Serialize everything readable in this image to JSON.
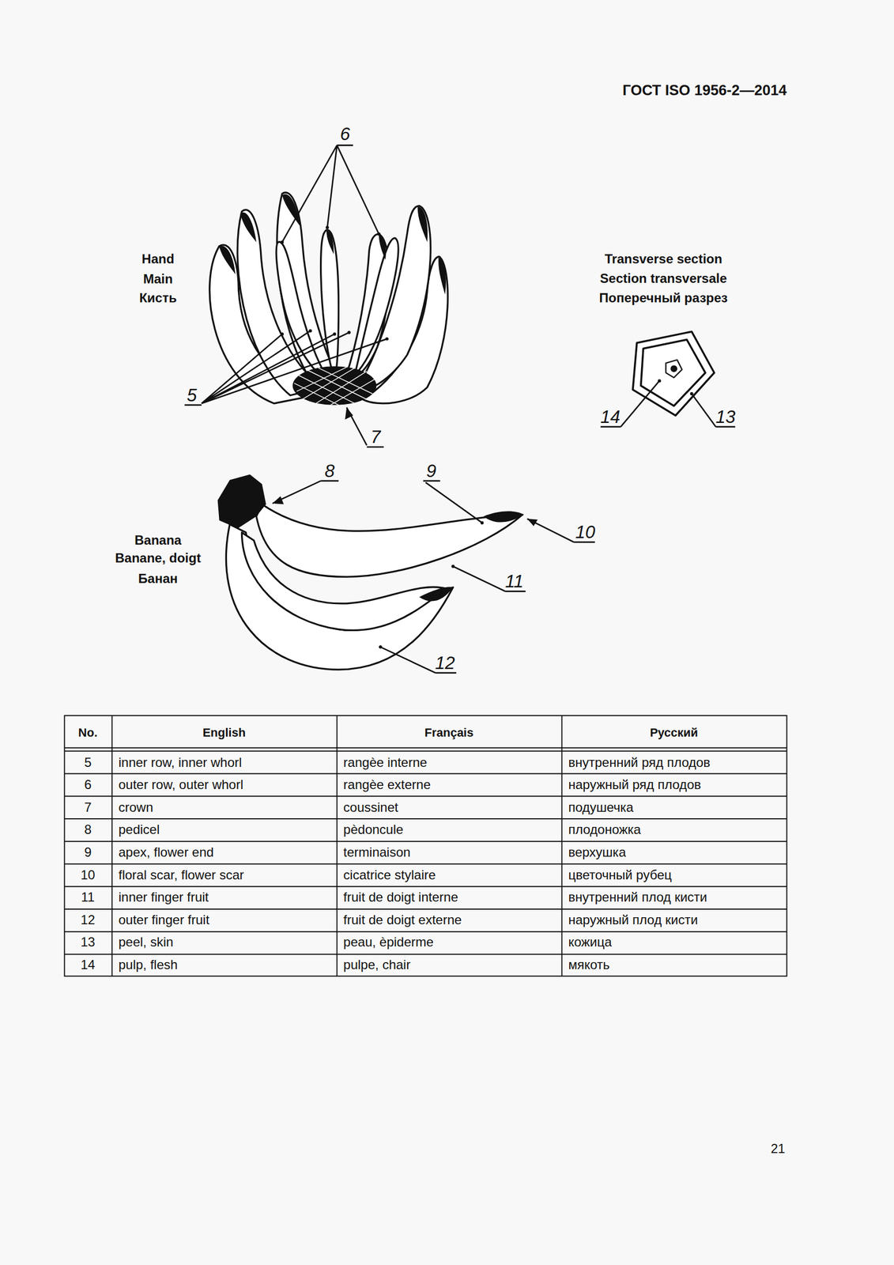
{
  "diagram": {
    "title": "ГОСТ ISO 1956-2—2014",
    "labels": [
      "6",
      "Hand",
      "Main",
      "Кисть",
      "5",
      "7",
      "Transverse section",
      "Section transversale",
      "Поперечный разрез",
      "14",
      "13",
      "8",
      "9",
      "10",
      "Banana",
      "Banane, doigt",
      "Банан",
      "11",
      "12",
      "No.",
      "English",
      "Français",
      "Русский",
      "5",
      "inner row, inner whorl",
      "rangèe interne",
      "внутренний ряд плодов",
      "6",
      "outer row, outer whorl",
      "rangèe externe",
      "наружный ряд плодов",
      "7",
      "crown",
      "coussinet",
      "подушечка",
      "8",
      "pedicel",
      "pèdoncule",
      "плодоножка",
      "9",
      "apex, flower end",
      "terminaison",
      "верхушка",
      "10",
      "floral scar, flower scar",
      "cicatrice stylaire",
      "цветочный рубец",
      "11",
      "inner finger fruit",
      "fruit de doigt interne",
      "внутренний плод кисти",
      "12",
      "outer finger fruit",
      "fruit de doigt externe",
      "наружный плод кисти",
      "13",
      "peel, skin",
      "peau, èpiderme",
      "кожица",
      "14",
      "pulp, flesh",
      "pulpe, chair",
      "мякоть",
      "21"
    ]
  }
}
